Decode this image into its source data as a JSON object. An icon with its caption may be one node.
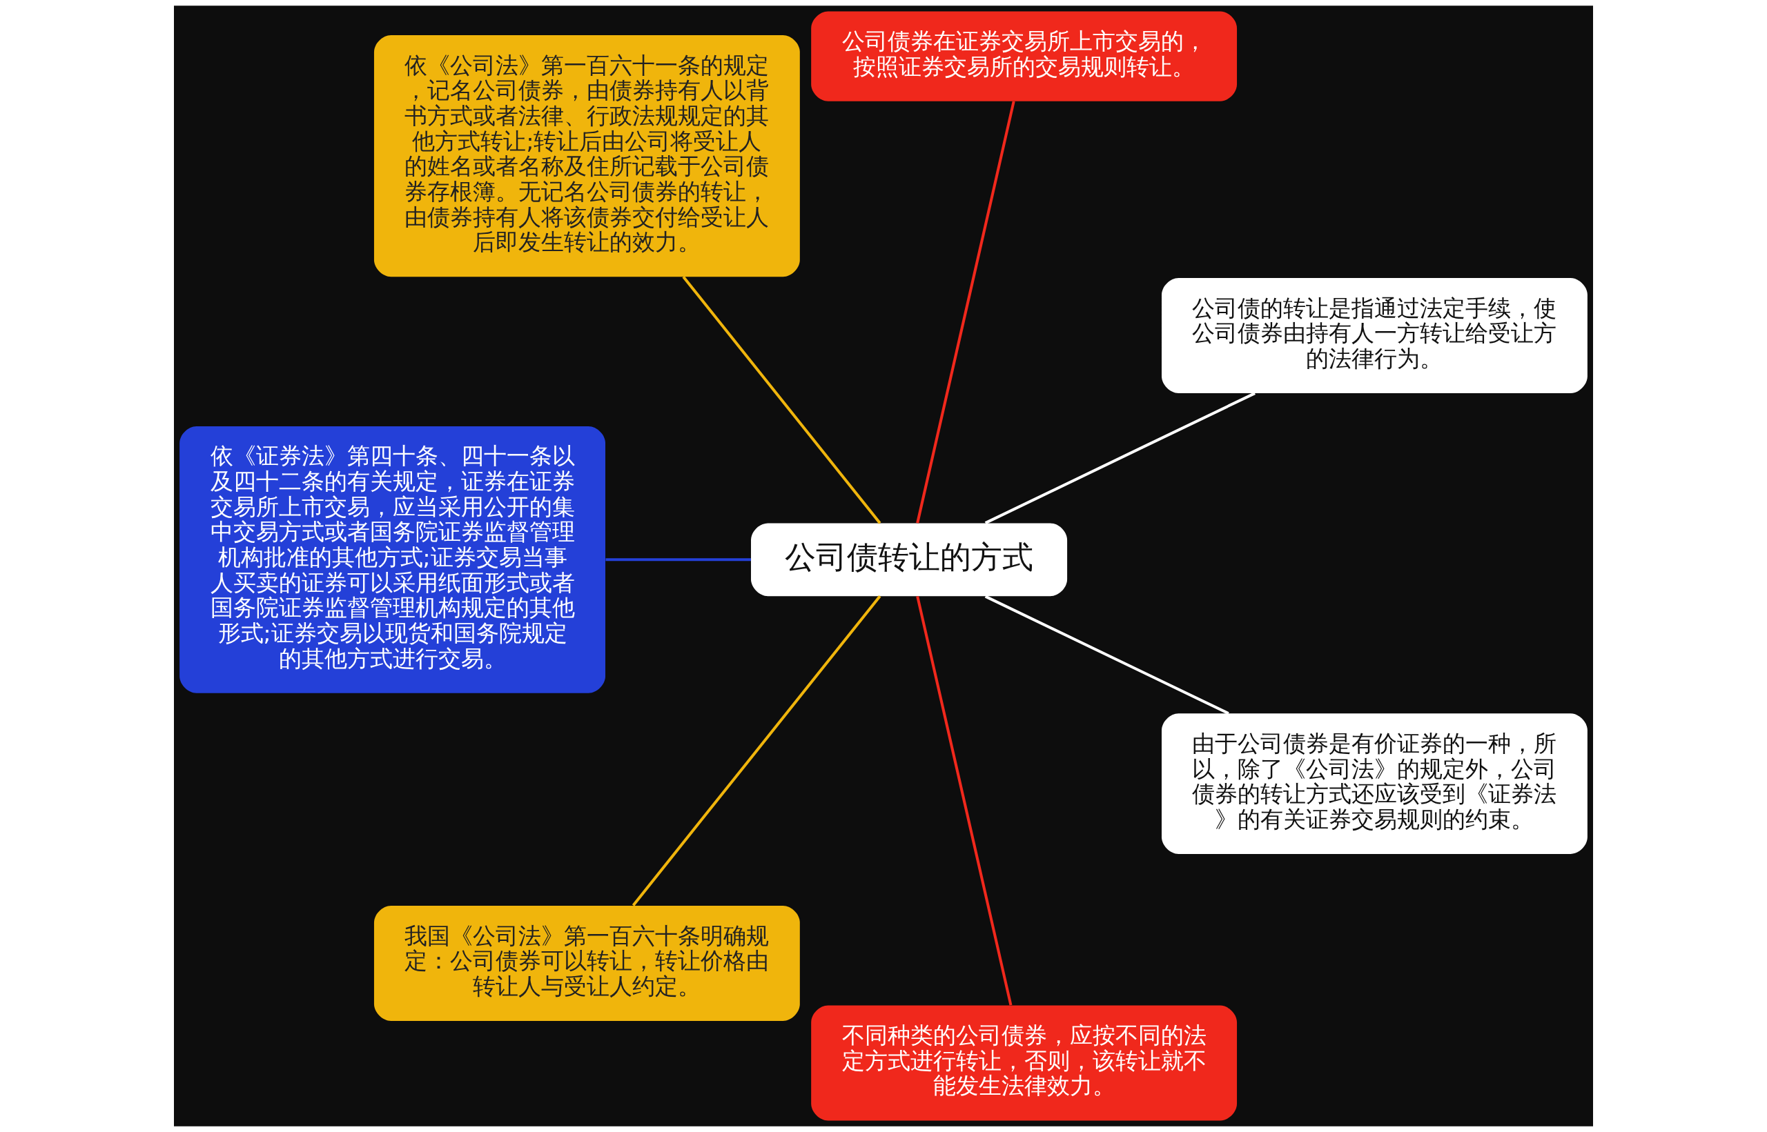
{
  "diagram": {
    "nodes": [
      {
        "text": [
          "公司债转让的方式"
        ]
      },
      {
        "text": [
          "公司债的转让是指通过法定手续，使公司债券由持有人一方转让给受让方的法律行为。"
        ]
      },
      {
        "text": [
          "公司债券在证券交易所上市交易的，按照证券交易所的交易规则转让。"
        ]
      },
      {
        "text": [
          "依《公司法》第一百六十一条的规定，记名公司债券，由债券持有人以背书方式或者法律、行政法规规定的其他方式转让;转让后由公司将受让人的姓名或者名称及住所记载于公司债券存根簿。无记名公司债券的转让，由债券持有人将该债券交付给受让人后即发生转让的效力。"
        ]
      },
      {
        "text": [
          "依《证券法》第四十条、四十一条以及四十二条的有关规定，证券在证券交易所上市交易，应当采用公开的集中交易方式或者国务院证券监督管理机构批准的其他方式;证券交易当事人买卖的证券可以采用纸面形式或者国务院证券监督管理机构规定的其他形式;证券交易以现货和国务院规定的其他方式进行交易。"
        ]
      },
      {
        "text": [
          "我国《公司法》第一百六十条明确规定：公司债券可以转让，转让价格由转让人与受让人约定。"
        ]
      },
      {
        "text": [
          "不同种类的公司债券，应按不同的法定方式进行转让，否则，该转让就不能发生法律效力。"
        ]
      },
      {
        "text": [
          "由于公司债券是有价证券的一种，所以，除了《公司法》的规定外，公司债券的转让方式还应该受到《证券法》的有关证券交易规则的约束。"
        ]
      }
    ],
    "edges": [
      {
        "from": 0,
        "to": 1,
        "arrow": "none",
        "color": "#ffffff"
      },
      {
        "from": 0,
        "to": 2,
        "arrow": "none",
        "color": "#f0281c"
      },
      {
        "from": 0,
        "to": 3,
        "arrow": "none",
        "color": "#f0b50c"
      },
      {
        "from": 0,
        "to": 4,
        "arrow": "none",
        "color": "#2440d8"
      },
      {
        "from": 0,
        "to": 5,
        "arrow": "none",
        "color": "#f0b50c"
      },
      {
        "from": 0,
        "to": 6,
        "arrow": "none",
        "color": "#f0281c"
      },
      {
        "from": 0,
        "to": 7,
        "arrow": "none",
        "color": "#ffffff"
      }
    ]
  }
}
